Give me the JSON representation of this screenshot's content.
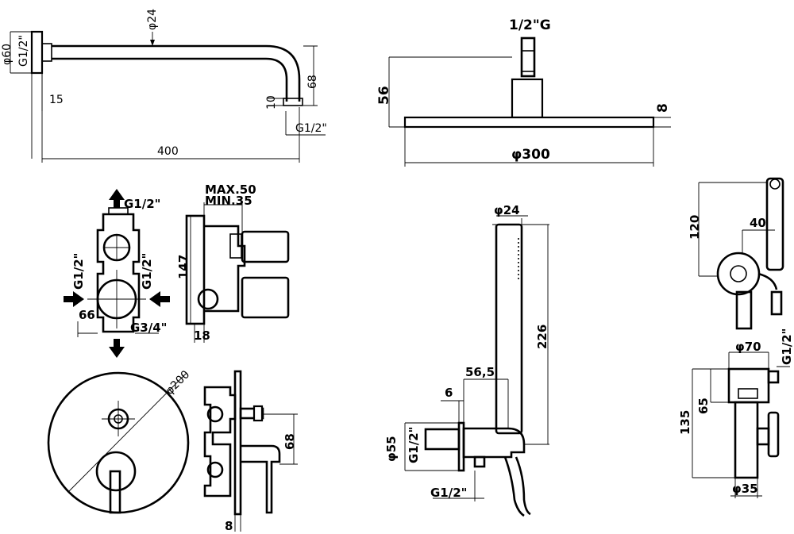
{
  "labels": {
    "arm_diameter": "φ24",
    "flange_diameter": "φ60",
    "arm_inlet_thread": "G1/2\"",
    "arm_wall_depth": "15",
    "arm_length": "400",
    "arm_drop": "68",
    "arm_outlet_length": "10",
    "arm_outlet_thread": "G1/2\"",
    "head_thread": "1/2\"G",
    "head_height": "56",
    "head_thickness": "8",
    "head_diameter": "φ300",
    "box_outlet_top": "G1/2\"",
    "box_inlet_left": "G1/2\"",
    "box_inlet_right": "G1/2\"",
    "box_width": "66",
    "box_outlet_bottom": "G3/4\"",
    "box_depth_max": "MAX.50",
    "box_depth_min": "MIN.35",
    "box_height": "147",
    "box_front": "18",
    "plate_diameter": "φ200",
    "mixer_handle": "68",
    "mixer_plate": "8",
    "hand_diameter": "φ24",
    "hand_length": "226",
    "elbow_depth": "56,5",
    "elbow_offset": "6",
    "elbow_diameter": "φ55",
    "elbow_inlet": "G1/2\"",
    "elbow_outlet": "G1/2\"",
    "bidet_height": "120",
    "bidet_width": "40",
    "valve_diameter": "φ70",
    "valve_thread": "G1/2\"",
    "valve_height": "65",
    "valve_total": "135",
    "valve_base": "φ35"
  }
}
